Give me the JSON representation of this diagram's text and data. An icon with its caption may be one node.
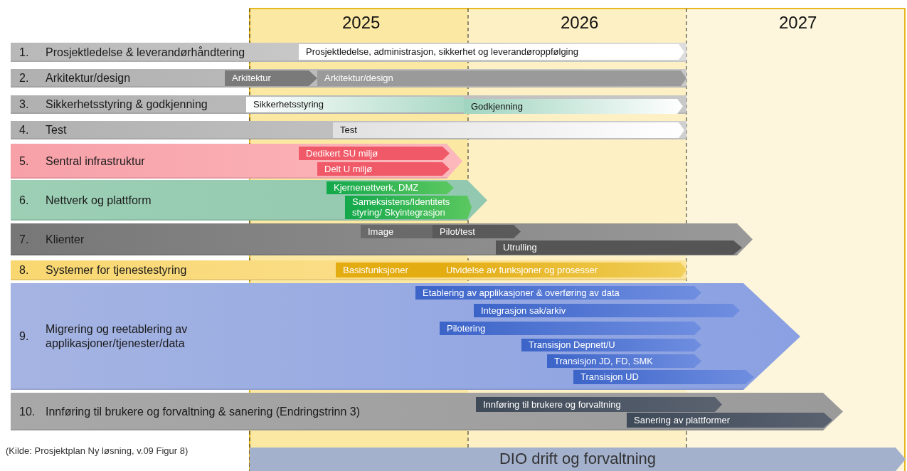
{
  "diagram": {
    "caption": "(Kilde: Prosjektplan Ny løsning, v.09 Figur 8)",
    "nodes": [
      {
        "text": [
          "1.",
          "Prosjektledelse & leverandørhåndtering"
        ]
      },
      {
        "text": [
          "Prosjektledelse, administrasjon, sikkerhet og leverandøroppfølging"
        ],
        "in": 0
      },
      {
        "text": [
          "2.",
          "Arkitektur/design"
        ]
      },
      {
        "text": [
          "Arkitektur"
        ],
        "in": 2
      },
      {
        "text": [
          "Arkitektur/design"
        ],
        "in": 2
      },
      {
        "text": [
          "3.",
          "Sikkerhetsstyring & godkjenning"
        ]
      },
      {
        "text": [
          "Sikkerhetsstyring"
        ],
        "in": 5
      },
      {
        "text": [
          "Godkjenning"
        ],
        "in": 5
      },
      {
        "text": [
          "4.",
          "Test"
        ]
      },
      {
        "text": [
          "Test"
        ],
        "in": 8
      },
      {
        "text": [
          "5.",
          "Sentral infrastruktur"
        ]
      },
      {
        "text": [
          "Dedikert SU miljø"
        ],
        "in": 10
      },
      {
        "text": [
          "Delt U miljø"
        ],
        "in": 10
      },
      {
        "text": [
          "6.",
          "Nettverk og plattform"
        ]
      },
      {
        "text": [
          "Kjernenettverk, DMZ"
        ],
        "in": 13
      },
      {
        "text": [
          "Sameksistens/Identitets styring/ Skyintegrasjon"
        ],
        "in": 13
      },
      {
        "text": [
          "7.",
          "Klienter"
        ]
      },
      {
        "text": [
          "Image"
        ],
        "in": 16
      },
      {
        "text": [
          "Pilot/test"
        ],
        "in": 16
      },
      {
        "text": [
          "Utrulling"
        ],
        "in": 16
      },
      {
        "text": [
          "8.",
          "Systemer for tjenestestyring"
        ]
      },
      {
        "text": [
          "Basisfunksjoner"
        ],
        "in": 20
      },
      {
        "text": [
          "Utvidelse av funksjoner og prosesser"
        ],
        "in": 20
      },
      {
        "text": [
          "9.",
          "Migrering og reetablering av applikasjoner/tjenester/data"
        ]
      },
      {
        "text": [
          "Etablering av applikasjoner & overføring av data"
        ],
        "in": 23
      },
      {
        "text": [
          "Integrasjon sak/arkiv"
        ],
        "in": 23
      },
      {
        "text": [
          "Pilotering"
        ],
        "in": 23
      },
      {
        "text": [
          "Transisjon Depnett/U"
        ],
        "in": 23
      },
      {
        "text": [
          "Transisjon JD, FD, SMK"
        ],
        "in": 23
      },
      {
        "text": [
          "Transisjon UD"
        ],
        "in": 23
      },
      {
        "text": [
          "10.",
          "Innføring til brukere og forvaltning & sanering (Endringstrinn 3)"
        ]
      },
      {
        "text": [
          "Innføring til brukere og forvaltning"
        ],
        "in": 30
      },
      {
        "text": [
          "Sanering av plattformer"
        ],
        "in": 30
      },
      {
        "text": [
          "DIO drift og forvaltning"
        ]
      }
    ],
    "labels": [
      "2025",
      "2026",
      "2027"
    ]
  }
}
